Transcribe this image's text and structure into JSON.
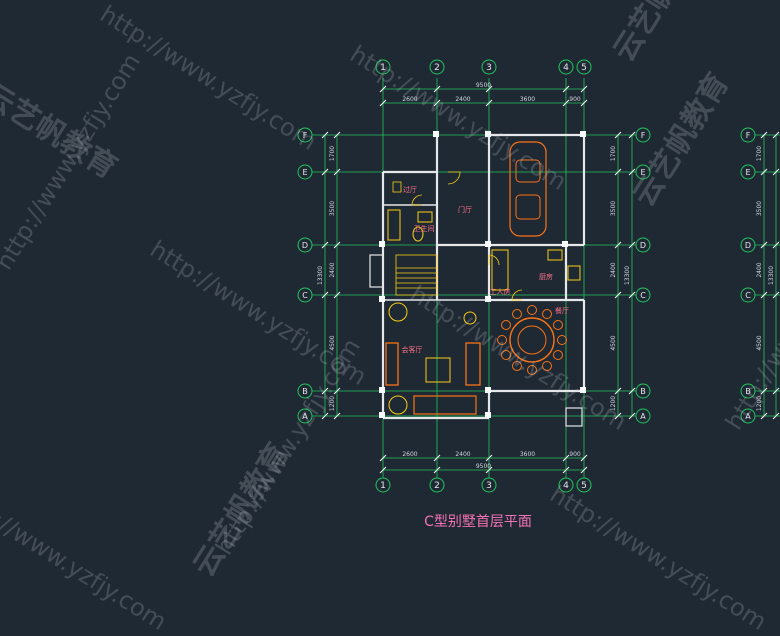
{
  "drawing": {
    "title": "C型别墅首层平面",
    "grid_cols": [
      "1",
      "2",
      "3",
      "4",
      "5"
    ],
    "grid_rows": [
      "F",
      "E",
      "D",
      "C",
      "B",
      "A"
    ],
    "dims_top": [
      "2600",
      "2400",
      "3600",
      "900"
    ],
    "dims_top_total": "9500",
    "dims_bottom": [
      "2600",
      "2400",
      "3600",
      "900"
    ],
    "dims_bottom_total": "9500",
    "dims_left": [
      "1700",
      "3500",
      "2400",
      "4500",
      "1200"
    ],
    "dims_left_total": "13300",
    "dims_right": [
      "1700",
      "3500",
      "2400",
      "4500",
      "1200"
    ],
    "dims_right_total": "13300",
    "rooms": {
      "closet": "过厅",
      "hall": "门厅",
      "bath": "卫生间",
      "servant": "工人房",
      "kitchen": "厨房",
      "living": "会客厅",
      "dining": "餐厅"
    }
  },
  "watermark": {
    "url": "http://www.yzfjy.com",
    "brand": "云艺帆教育"
  },
  "colors": {
    "background": "#1f2933",
    "grid_line": "#22c55e",
    "wall": "#e5e7eb",
    "furniture_yellow": "#facc15",
    "furniture_orange": "#f97316",
    "label": "#fb7185",
    "title": "#f472b6"
  }
}
